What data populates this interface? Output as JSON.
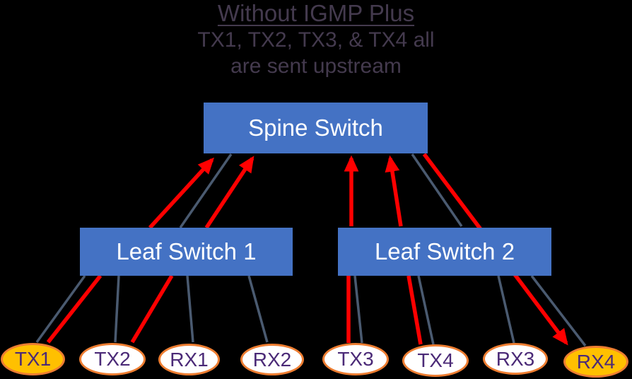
{
  "title": {
    "heading": "Without IGMP Plus",
    "subtitle_line1": "TX1, TX2, TX3, & TX4 all",
    "subtitle_line2": "are sent upstream"
  },
  "nodes": {
    "spine": {
      "label": "Spine Switch"
    },
    "leaf1": {
      "label": "Leaf Switch 1"
    },
    "leaf2": {
      "label": "Leaf Switch 2"
    }
  },
  "endpoints": [
    {
      "id": "tx1",
      "label": "TX1",
      "highlighted": true
    },
    {
      "id": "tx2",
      "label": "TX2",
      "highlighted": false
    },
    {
      "id": "rx1",
      "label": "RX1",
      "highlighted": false
    },
    {
      "id": "rx2",
      "label": "RX2",
      "highlighted": false
    },
    {
      "id": "tx3",
      "label": "TX3",
      "highlighted": false
    },
    {
      "id": "tx4",
      "label": "TX4",
      "highlighted": false
    },
    {
      "id": "rx3",
      "label": "RX3",
      "highlighted": false
    },
    {
      "id": "rx4",
      "label": "RX4",
      "highlighted": true
    }
  ],
  "legend_semantics": {
    "red_arrows": "multicast streams sent upstream from TX1, TX2, TX3, TX4 and delivered to RX4",
    "gray_lines": "physical links"
  },
  "colors": {
    "background": "#000000",
    "box_blue": "#4472C4",
    "gold": "#FFC000",
    "orange_border": "#ED7D31",
    "red": "#FF0000",
    "gray_line": "#4A5A70",
    "title_text": "#443A4E",
    "ellipse_text": "#4B2A77"
  }
}
